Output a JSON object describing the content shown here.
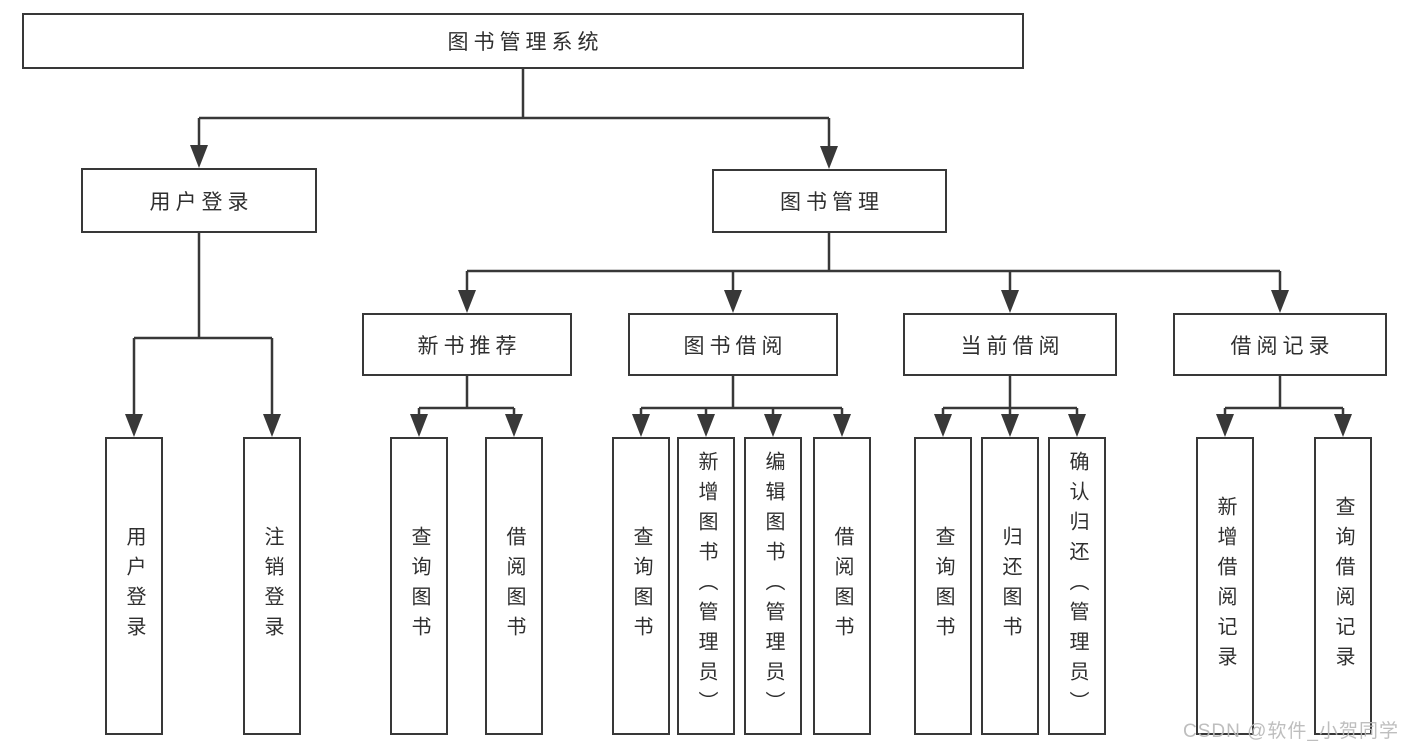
{
  "diagram": {
    "root": "图书管理系统",
    "branches": {
      "user_login": {
        "label": "用户登录",
        "items": [
          "用户登录",
          "注销登录"
        ]
      },
      "book_management": {
        "label": "图书管理",
        "sections": [
          {
            "label": "新书推荐",
            "items": [
              "查询图书",
              "借阅图书"
            ]
          },
          {
            "label": "图书借阅",
            "items": [
              "查询图书",
              "新增图书（管理员）",
              "编辑图书（管理员）",
              "借阅图书"
            ]
          },
          {
            "label": "当前借阅",
            "items": [
              "查询图书",
              "归还图书",
              "确认归还（管理员）"
            ]
          },
          {
            "label": "借阅记录",
            "items": [
              "新增借阅记录",
              "查询借阅记录"
            ]
          }
        ]
      }
    }
  },
  "watermark": "CSDN @软件_小贺同学",
  "colors": {
    "line": "#383838",
    "text": "#2f2f2f",
    "watermark": "#b8b8b8",
    "background": "#ffffff"
  }
}
